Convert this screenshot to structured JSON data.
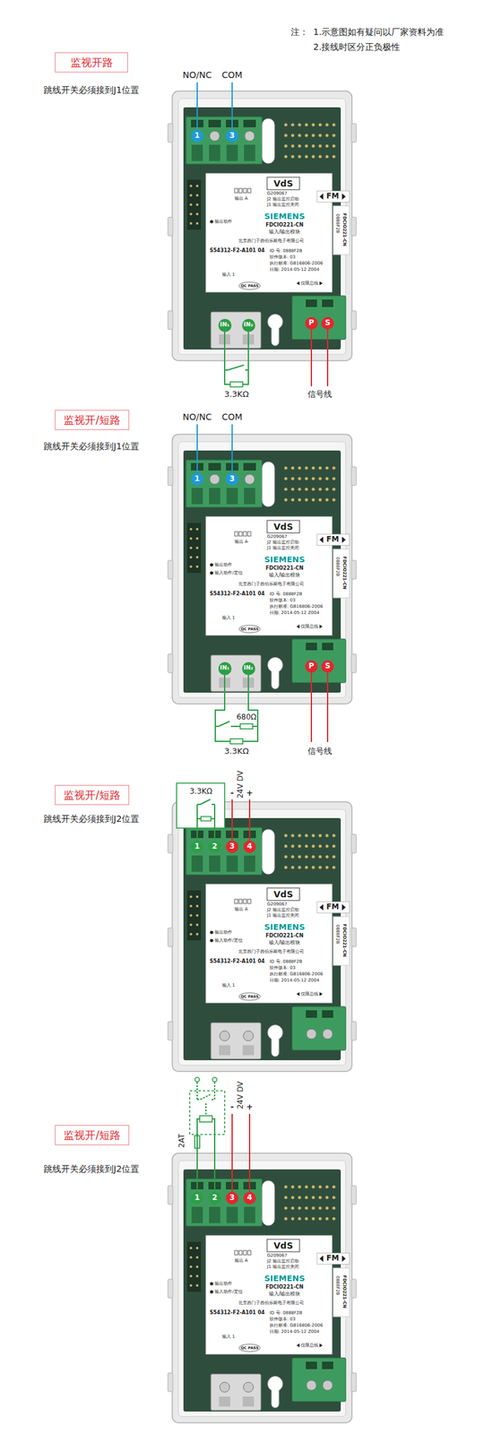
{
  "diagram": {
    "nodes": [
      {
        "text": [
          "监视开路"
        ]
      },
      {
        "text": [
          "1"
        ]
      },
      {
        "text": [
          "3"
        ]
      },
      {
        "text": [
          "IN₁"
        ]
      },
      {
        "text": [
          "IN₂"
        ]
      },
      {
        "text": [
          "P"
        ]
      },
      {
        "text": [
          "S"
        ]
      },
      {
        "text": [
          "监视开/短路"
        ]
      },
      {
        "text": [
          "1"
        ]
      },
      {
        "text": [
          "3"
        ]
      },
      {
        "text": [
          "IN₁"
        ]
      },
      {
        "text": [
          "IN₂"
        ]
      },
      {
        "text": [
          "P"
        ]
      },
      {
        "text": [
          "S"
        ]
      },
      {
        "text": [
          "监视开/短路"
        ]
      },
      {
        "text": [
          "1"
        ]
      },
      {
        "text": [
          "2"
        ]
      },
      {
        "text": [
          "3"
        ]
      },
      {
        "text": [
          "4"
        ]
      },
      {
        "text": [
          "监视开/短路"
        ]
      },
      {
        "text": [
          "1"
        ]
      },
      {
        "text": [
          "2"
        ]
      },
      {
        "text": [
          "3"
        ]
      },
      {
        "text": [
          "4"
        ]
      }
    ],
    "edges": [
      {
        "from": 3,
        "to": 4,
        "arrow": "none"
      },
      {
        "from": 10,
        "to": 11,
        "arrow": "none"
      },
      {
        "from": 15,
        "to": 16,
        "arrow": "none"
      },
      {
        "from": 20,
        "to": 21,
        "arrow": "none"
      }
    ],
    "labels": [
      "注：",
      "1.示意图如有疑问以厂家资料为准",
      "2.接线时区分正负极性",
      "跳线开关必须接到J1位置",
      "NO/NC",
      "COM",
      "VdS",
      "G209067",
      "输出 A",
      "J2 输出监控启动",
      "J1 输出监控关闭",
      "SIEMENS",
      "FDCIO221-CN",
      "输入/输出模块",
      "● 输出动作",
      "北京西门子西伯乐斯电子有限公司",
      "S54312-F2-A101 04",
      "ID 号: 0888F2B",
      "软件版本: 03",
      "执行标准: GB16806-2006",
      "日期: 2014-05-12 Z004",
      "输入 1",
      "QC PASS",
      "FM",
      "FDCIO221-CN",
      "0888F2B",
      "仅限总线",
      "3.3KΩ",
      "信号线",
      "跳线开关必须接到J1位置",
      "NO/NC",
      "COM",
      "VdS",
      "G209067",
      "输出 A",
      "J2 输出监控启动",
      "J1 输出监控关闭",
      "SIEMENS",
      "FDCIO221-CN",
      "输入/输出模块",
      "● 输出动作",
      "● 输入动作/定位",
      "北京西门子西伯乐斯电子有限公司",
      "S54312-F2-A101 04",
      "ID 号: 0888F2B",
      "软件版本: 03",
      "执行标准: GB16806-2006",
      "日期: 2014-05-12 Z004",
      "输入 1",
      "QC PASS",
      "FM",
      "FDCIO221-CN",
      "0888F2B",
      "仅限总线",
      "680Ω",
      "3.3KΩ",
      "信号线",
      "跳线开关必须接到J2位置",
      "3.3KΩ",
      "-",
      "24V DV",
      "+",
      "VdS",
      "G209067",
      "输出 A",
      "J2 输出监控启动",
      "J1 输出监控关闭",
      "SIEMENS",
      "FDCIO221-CN",
      "输入/输出模块",
      "● 输出动作",
      "● 输入动作/定位",
      "北京西门子西伯乐斯电子有限公司",
      "S54312-F2-A101 04",
      "ID 号: 0888F2B",
      "软件版本: 03",
      "执行标准: GB16806-2006",
      "日期: 2014-05-12 Z004",
      "输入 1",
      "QC PASS",
      "FM",
      "FDCIO221-CN",
      "0888F2B",
      "仅限总线",
      "跳线开关必须接到J2位置",
      "2AT",
      "-",
      "24V DV",
      "+",
      "VdS",
      "G209067",
      "输出 A",
      "J2 输出监控启动",
      "J1 输出监控关闭",
      "SIEMENS",
      "FDCIO221-CN",
      "输入/输出模块",
      "● 输出动作",
      "● 输入动作/定位",
      "北京西门子西伯乐斯电子有限公司",
      "S54312-F2-A101 04",
      "ID 号: 0888F2B",
      "软件版本: 03",
      "执行标准: GB16806-2006",
      "日期: 2014-05-12 Z004",
      "输入 1",
      "QC PASS",
      "FM",
      "FDCIO221-CN",
      "0888F2B",
      "仅限总线"
    ]
  }
}
